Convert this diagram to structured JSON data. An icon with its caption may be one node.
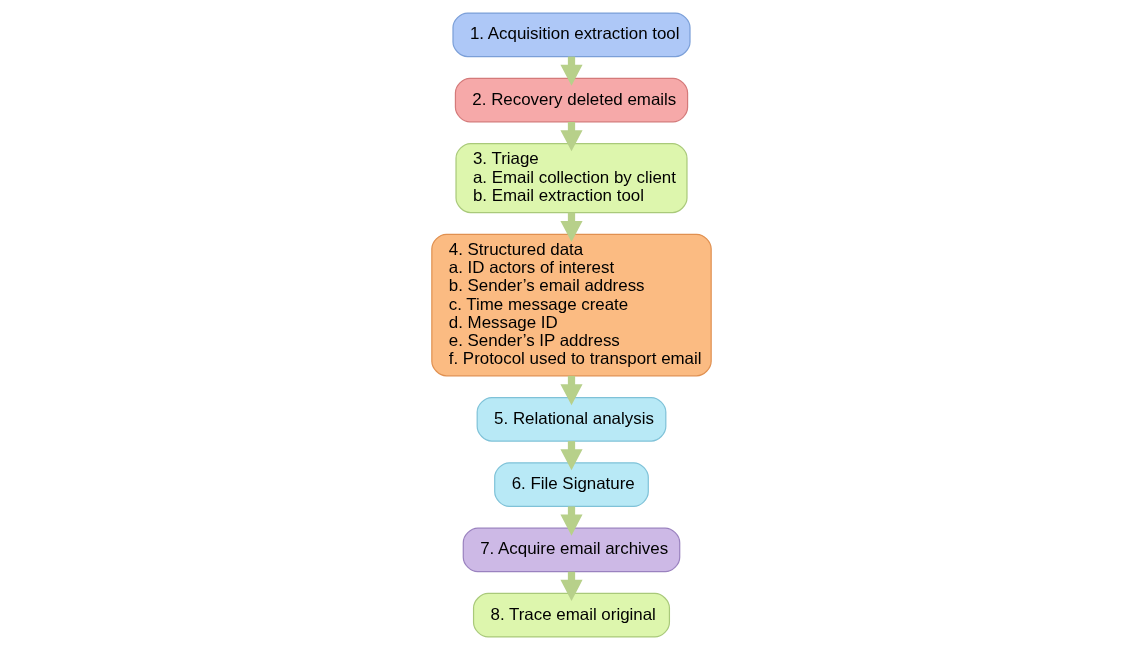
{
  "diagram": {
    "nodes": [
      {
        "text": [
          "1. Acquisition extraction tool"
        ]
      },
      {
        "text": [
          "2. Recovery deleted emails"
        ]
      },
      {
        "text": [
          "3. Triage",
          "a. Email collection by client",
          "b. Email extraction tool"
        ]
      },
      {
        "text": [
          "4. Structured data",
          "a. ID actors of interest",
          "b. Sender’s email address",
          "c. Time message create",
          "d. Message ID",
          "e. Sender’s IP address",
          "f. Protocol used to transport email"
        ]
      },
      {
        "text": [
          "5. Relational analysis"
        ]
      },
      {
        "text": [
          "6. File Signature"
        ]
      },
      {
        "text": [
          "7. Acquire email archives"
        ]
      },
      {
        "text": [
          "8. Trace email original"
        ]
      }
    ],
    "edges": [
      {
        "from": 0,
        "to": 1,
        "arrow": "to"
      },
      {
        "from": 1,
        "to": 2,
        "arrow": "to"
      },
      {
        "from": 2,
        "to": 3,
        "arrow": "to"
      },
      {
        "from": 3,
        "to": 4,
        "arrow": "to"
      },
      {
        "from": 4,
        "to": 5,
        "arrow": "to"
      },
      {
        "from": 5,
        "to": 6,
        "arrow": "to"
      },
      {
        "from": 6,
        "to": 7,
        "arrow": "to"
      }
    ]
  }
}
